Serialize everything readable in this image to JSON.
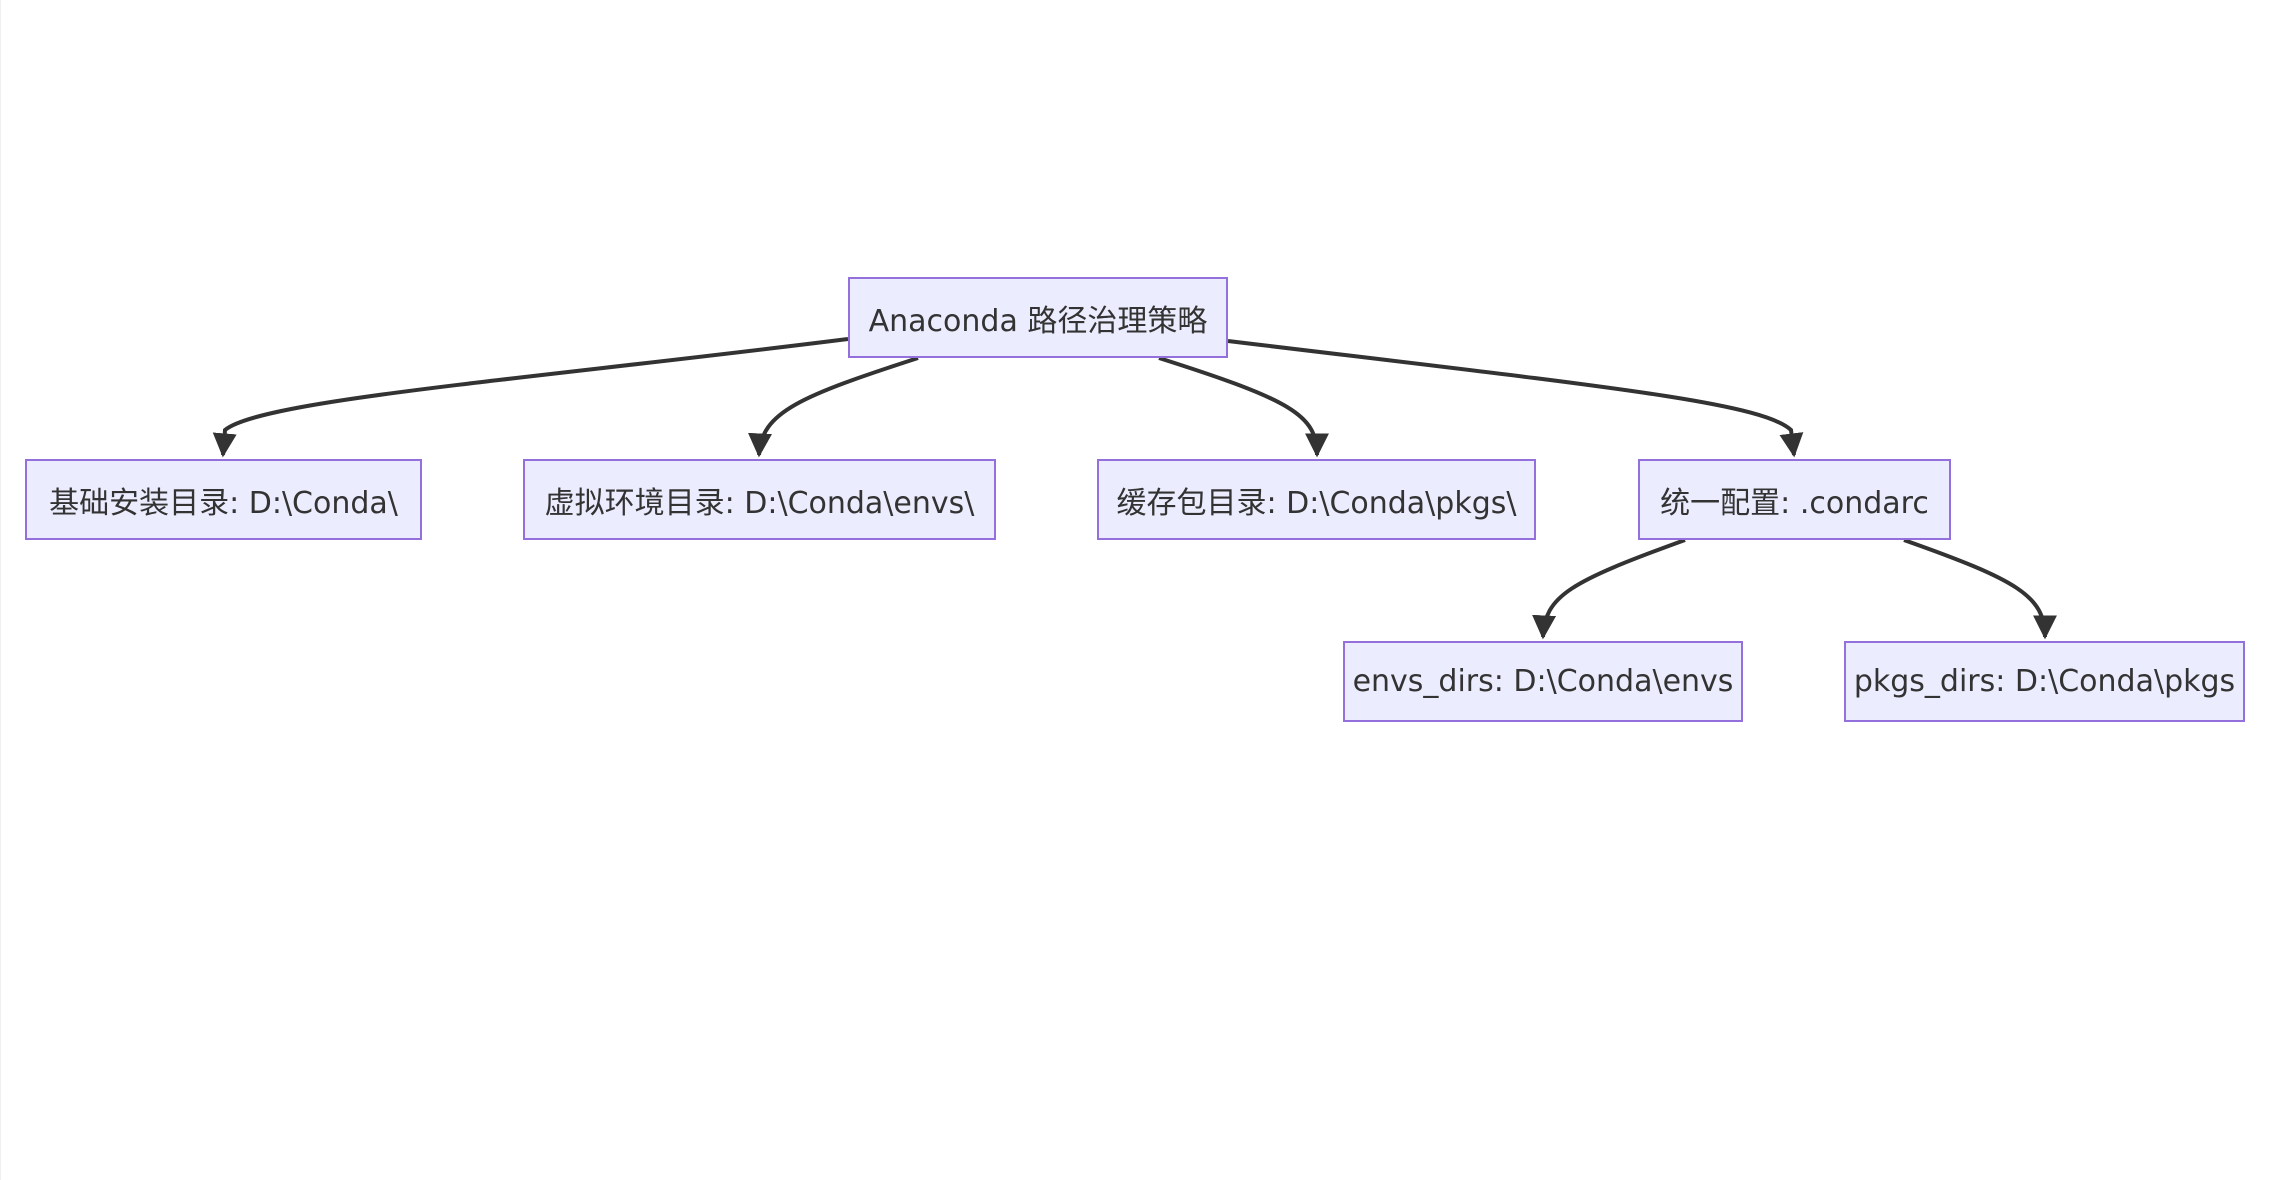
{
  "diagram": {
    "nodes": {
      "root": "Anaconda 路径治理策略",
      "base": "基础安装目录: D:\\Conda\\",
      "envs": "虚拟环境目录: D:\\Conda\\envs\\",
      "pkgs": "缓存包目录: D:\\Conda\\pkgs\\",
      "config": "统一配置: .condarc",
      "envs_dirs": "envs_dirs: D:\\Conda\\envs",
      "pkgs_dirs": "pkgs_dirs: D:\\Conda\\pkgs"
    },
    "edges": [
      [
        "root",
        "base"
      ],
      [
        "root",
        "envs"
      ],
      [
        "root",
        "pkgs"
      ],
      [
        "root",
        "config"
      ],
      [
        "config",
        "envs_dirs"
      ],
      [
        "config",
        "pkgs_dirs"
      ]
    ],
    "colors": {
      "node_fill": "#ececff",
      "node_border": "#9370db",
      "edge": "#333333",
      "text": "#333333"
    }
  }
}
